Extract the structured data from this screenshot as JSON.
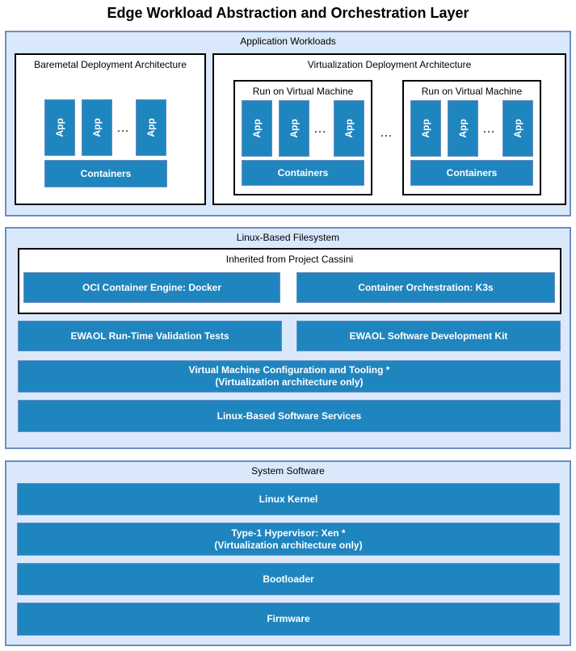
{
  "title": "Edge Workload Abstraction and Orchestration Layer",
  "application_workloads": {
    "label": "Application Workloads",
    "baremetal": {
      "label": "Baremetal Deployment Architecture",
      "apps": [
        "App",
        "App",
        "App"
      ],
      "ellipsis": "…",
      "containers": "Containers"
    },
    "virtualization": {
      "label": "Virtualization Deployment Architecture",
      "ellipsis": "…",
      "vms": [
        {
          "label": "Run on Virtual Machine",
          "apps": [
            "App",
            "App",
            "App"
          ],
          "ellipsis": "…",
          "containers": "Containers"
        },
        {
          "label": "Run on Virtual Machine",
          "apps": [
            "App",
            "App",
            "App"
          ],
          "ellipsis": "…",
          "containers": "Containers"
        }
      ]
    }
  },
  "filesystem": {
    "label": "Linux-Based Filesystem",
    "cassini": {
      "label": "Inherited from Project Cassini",
      "engine": "OCI Container Engine: Docker",
      "orchestration": "Container Orchestration: K3s"
    },
    "validation_tests": "EWAOL Run-Time Validation Tests",
    "sdk": "EWAOL Software Development Kit",
    "vm_config": "Virtual Machine Configuration and Tooling *\n(Virtualization architecture only)",
    "services": "Linux-Based Software Services"
  },
  "system_software": {
    "label": "System Software",
    "kernel": "Linux Kernel",
    "hypervisor": "Type-1 Hypervisor: Xen *\n(Virtualization architecture only)",
    "bootloader": "Bootloader",
    "firmware": "Firmware"
  },
  "colors": {
    "section_fill": "#dae8fc",
    "section_border": "#6c8ebf",
    "box_fill": "#1f85bf"
  }
}
